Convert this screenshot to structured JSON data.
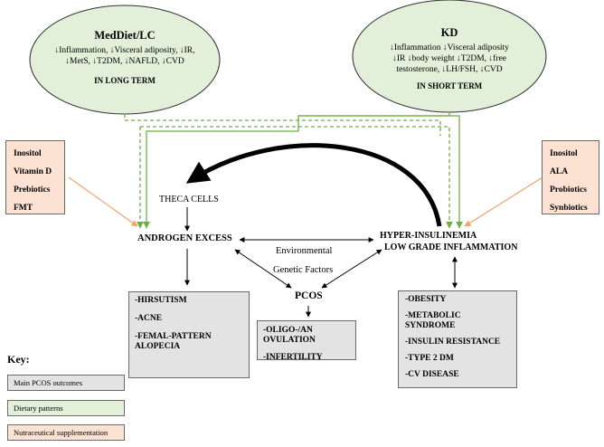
{
  "diets": {
    "med": {
      "title": "MedDiet/LC",
      "line1": "↓Inflammation, ↓Visceral adiposity, ↓IR,",
      "line2": "↓MetS, ↓T2DM, ↓NAFLD, ↓CVD",
      "term": "IN LONG TERM"
    },
    "kd": {
      "title": "KD",
      "line1": "↓Inflammation ↓Visceral adiposity",
      "line2": "↓IR ↓body weight ↓T2DM, ↓free",
      "line3": "testosterone, ↓LH/FSH, ↓CVD",
      "term": "IN SHORT TERM"
    }
  },
  "nutra_left": [
    "Inositol",
    "Vitamin D",
    "Prebiotics",
    "FMT"
  ],
  "nutra_right": [
    "Inositol",
    "ALA",
    "Probiotics",
    "Synbiotics"
  ],
  "nodes": {
    "theca": "THECA CELLS",
    "androgen": "ANDROGEN EXCESS",
    "hyper1": "HYPER-INSULINEMIA",
    "hyper2": "LOW GRADE INFLAMMATION",
    "env": "Environmental",
    "gen": "Genetic Factors",
    "pcos": "PCOS"
  },
  "outcomes": {
    "androgen": [
      "-HIRSUTISM",
      "-ACNE",
      "-FEMAL-PATTERN ALOPECIA"
    ],
    "pcos": [
      "-OLIGO-/AN OVULATION",
      "-INFERTILITY"
    ],
    "metabolic": [
      "-OBESITY",
      "-METABOLIC SYNDROME",
      "-INSULIN RESISTANCE",
      "-TYPE 2 DM",
      "-CV DISEASE"
    ]
  },
  "key": {
    "title": "Key:",
    "outcomes": "Main PCOS outcomes",
    "diet": "Dietary patterns",
    "nutra": "Nutraceutical supplementation"
  },
  "colors": {
    "diet_fill": "#e2efd9",
    "diet_stroke": "#333333",
    "green_line": "#70ad47",
    "orange_arrow": "#f4a06a",
    "outcome_fill": "#e3e3e3",
    "nutra_fill": "#fbe2d3"
  }
}
